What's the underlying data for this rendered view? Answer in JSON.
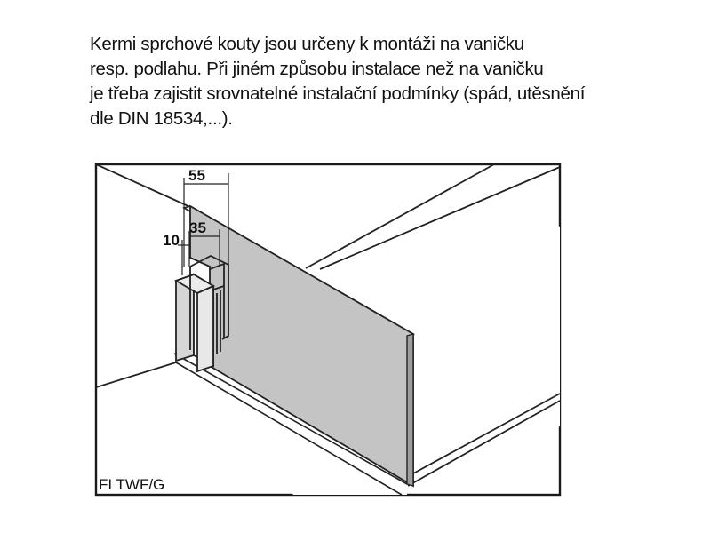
{
  "intro_text": {
    "lines": [
      "Kermi sprchové kouty jsou určeny k montáži na vaničku",
      "resp. podlahu. Při jiném způsobu instalace než na vaničku",
      "je třeba zajistit srovnatelné instalační podmínky (spád, utěsnění",
      "dle DIN 18534,...)."
    ]
  },
  "diagram": {
    "dimensions": {
      "overall": "55",
      "profile_depth": "35",
      "wall_offset": "10"
    },
    "caption": "FI TWF/G"
  },
  "colors": {
    "glass_panel": "#c4c4c4",
    "floor_shade": "#d4d4d4",
    "lines": "#222222",
    "background": "#ffffff"
  }
}
